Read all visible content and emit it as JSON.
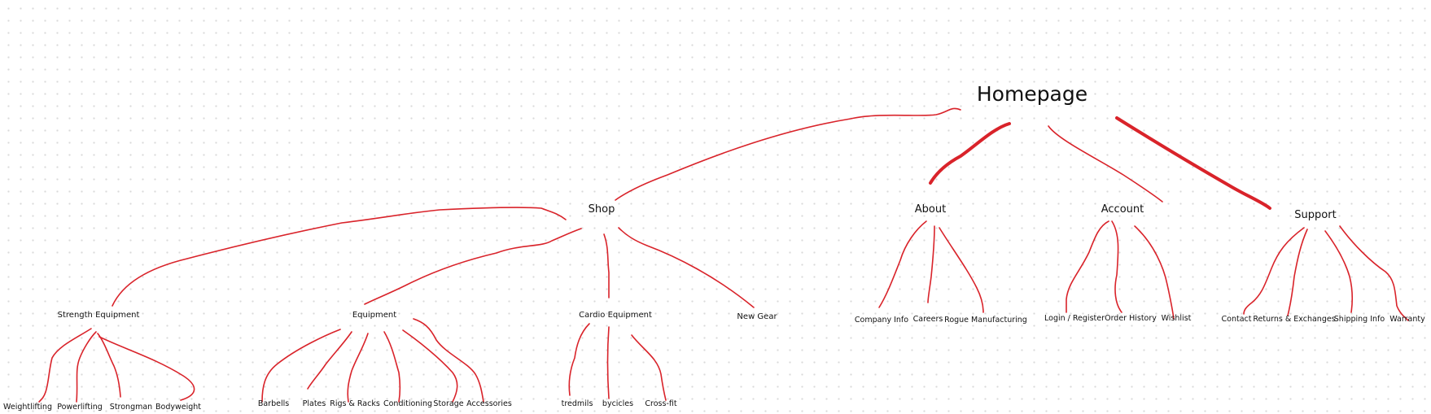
{
  "diagram": {
    "root": "Homepage",
    "level1": {
      "shop": "Shop",
      "about": "About",
      "account": "Account",
      "support": "Support"
    },
    "shop": {
      "strength_equipment": "Strength Equipment",
      "equipment": "Equipment",
      "cardio_equipment": "Cardio Equipment",
      "new_gear": "New Gear"
    },
    "strength_equipment": [
      "Weightlifting",
      "Powerlifting",
      "Strongman",
      "Bodyweight"
    ],
    "equipment": [
      "Barbells",
      "Plates",
      "Rigs & Racks",
      "Conditioning",
      "Storage",
      "Accessories"
    ],
    "cardio_equipment": [
      "tredmils",
      "bycicles",
      "Cross-fit"
    ],
    "about": [
      "Company Info",
      "Careers",
      "Rogue Manufacturing"
    ],
    "account": [
      "Login / Register",
      "Order History",
      "Wishlist"
    ],
    "support": [
      "Contact",
      "Returns & Exchanges",
      "Shipping Info",
      "Warranty"
    ]
  },
  "colors": {
    "connector": "#d9232a",
    "text": "#111111",
    "background": "#ffffff",
    "grid_dots": "#d9d9d9"
  }
}
